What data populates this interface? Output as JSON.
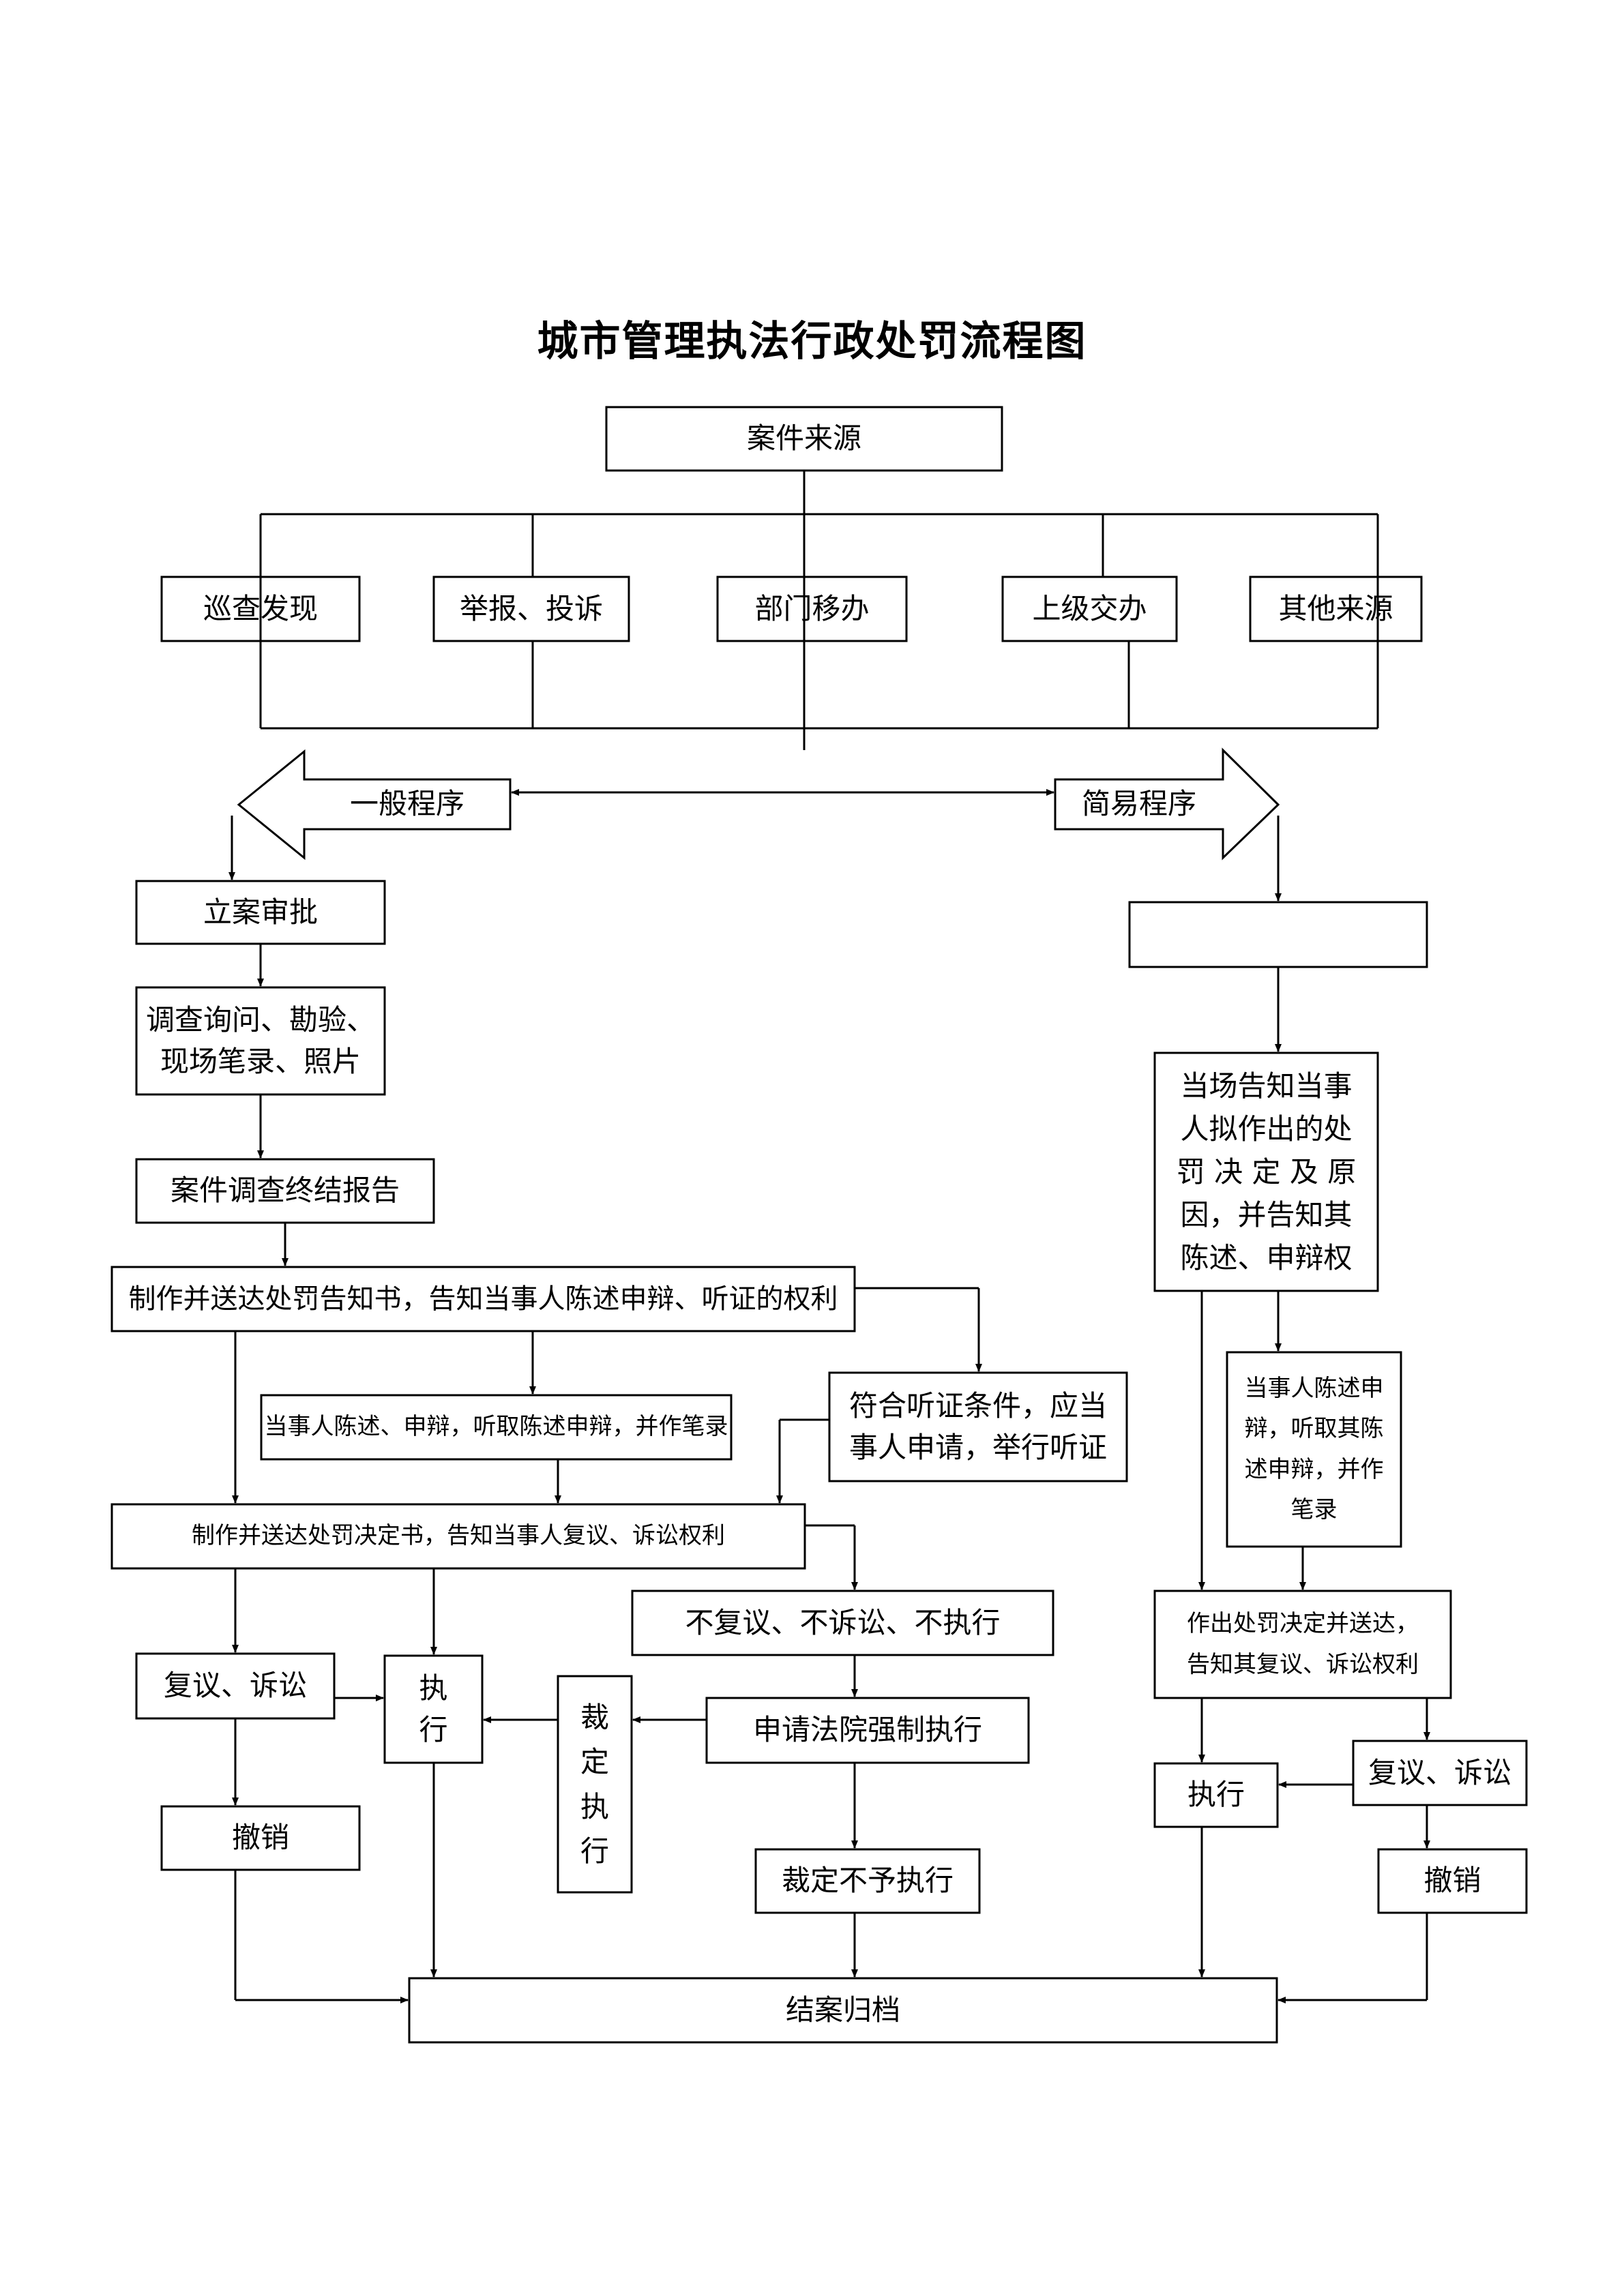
{
  "title": "城市管理执法行政处罚流程图",
  "nodes": {
    "source": "案件来源",
    "patrol": "巡查发现",
    "report": "举报、投诉",
    "dept": "部门移办",
    "superior": "上级交办",
    "other": "其他来源",
    "general": "一般程序",
    "simple": "简易程序",
    "filing": "立案审批",
    "investigate": "调查询问、勘验、\n现场笔录、照片",
    "inv_report": "案件调查终结报告",
    "notice": "制作并送达处罚告知书，告知当事人陈述申辩、听证的权利",
    "statement": "当事人陈述、申辩，听取陈述申辩，并作笔录",
    "hearing": "符合听证条件，应当\n事人申请，举行听证",
    "decision": "制作并送达处罚决定书，告知当事人复议、诉讼权利",
    "no_appeal": "不复议、不诉讼、不执行",
    "review": "复议、诉讼",
    "execute": "执\n行",
    "ruling_exec": "裁\n定\n执\n行",
    "court": "申请法院强制执行",
    "revoke": "撤销",
    "not_exec": "裁定不予执行",
    "close": "结案归档",
    "simple_blank": "",
    "onsite": "当场告知当事\n人拟作出的处\n罚 决 定 及 原\n因，并告知其\n陈述、申辩权",
    "s_statement": "当事人陈述申\n辩，听取其陈\n述申辩，并作\n笔录",
    "s_decision": "作出处罚决定并送达，\n告知其复议、诉讼权利",
    "s_execute": "执行",
    "s_review": "复议、诉讼",
    "s_revoke": "撤销"
  }
}
